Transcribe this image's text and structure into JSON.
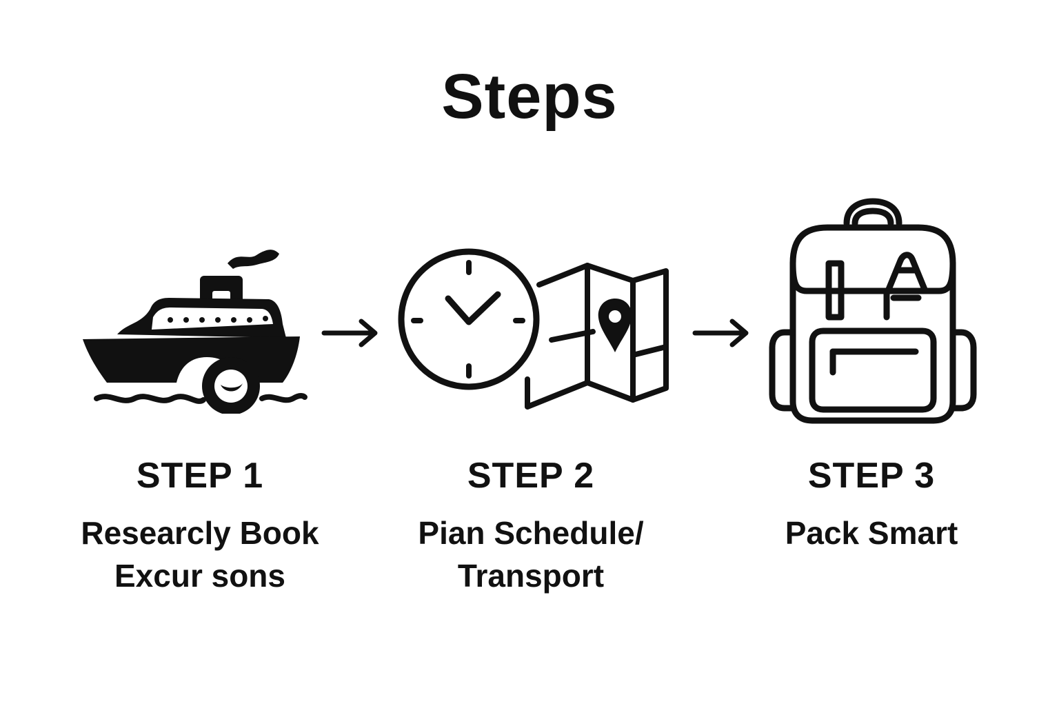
{
  "title": "Steps",
  "steps": [
    {
      "label": "STEP 1",
      "description_lines": [
        "Researcly Book",
        "Excur sons"
      ],
      "icon": "cruise-ship-icon"
    },
    {
      "label": "STEP 2",
      "description_lines": [
        "Pian Schedule/",
        "Transport"
      ],
      "icon": "clock-and-map-icon"
    },
    {
      "label": "STEP 3",
      "description_lines": [
        "Pack Smart"
      ],
      "icon": "backpack-icon"
    }
  ],
  "connector_icon": "arrow-right-icon",
  "colors": {
    "ink": "#111111",
    "background": "#ffffff"
  }
}
